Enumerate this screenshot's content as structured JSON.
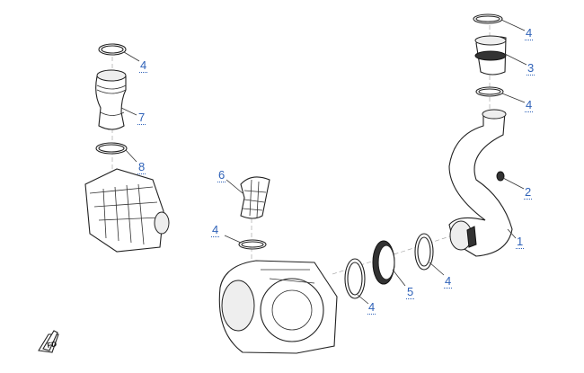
{
  "diagram": {
    "callouts": [
      {
        "id": "clamp-top-left",
        "label": "4"
      },
      {
        "id": "boot-left",
        "label": "7"
      },
      {
        "id": "clamp-left-lower",
        "label": "8"
      },
      {
        "id": "intake-duct",
        "label": "6"
      },
      {
        "id": "clamp-center",
        "label": "4"
      },
      {
        "id": "clamp-top-right",
        "label": "4"
      },
      {
        "id": "boot-right",
        "label": "3"
      },
      {
        "id": "clamp-right-lower",
        "label": "4"
      },
      {
        "id": "grommet",
        "label": "2"
      },
      {
        "id": "outlet-duct",
        "label": "1"
      },
      {
        "id": "seal",
        "label": "5"
      },
      {
        "id": "clamp-bottom-right",
        "label": "4"
      },
      {
        "id": "clamp-bottom-left",
        "label": "4"
      }
    ],
    "accent_color": "#2f62b8"
  }
}
